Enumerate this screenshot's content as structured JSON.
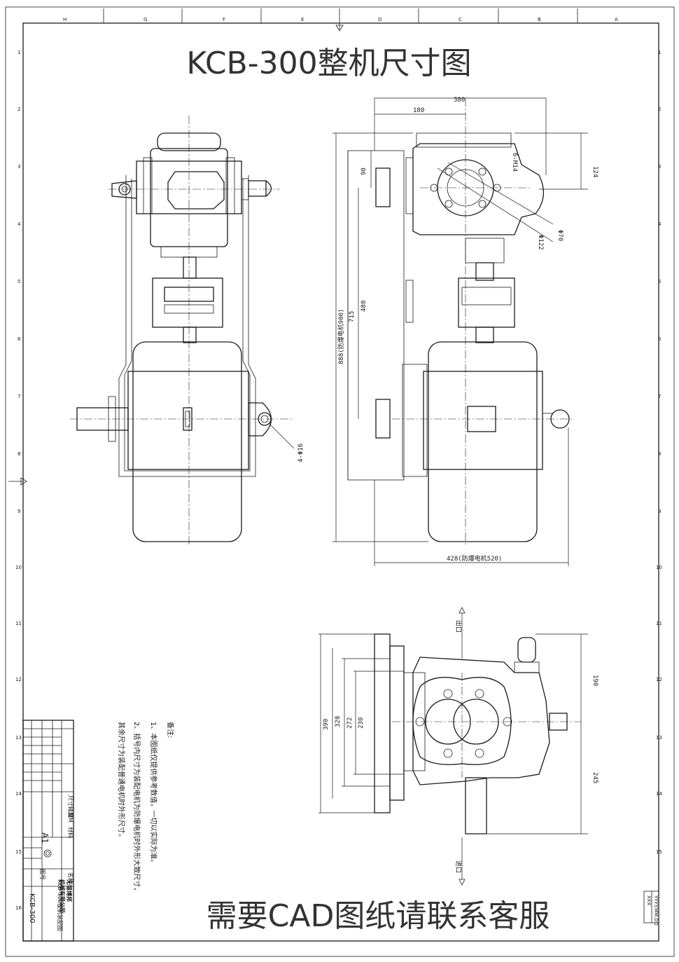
{
  "title": "KCB-300整机尺寸图",
  "footer": "需要CAD图纸请联系客服",
  "frame": {
    "top_letters": [
      "H",
      "G",
      "F",
      "E",
      "D",
      "C",
      "B",
      "A"
    ],
    "side_numbers": [
      "1",
      "2",
      "3",
      "4",
      "5",
      "6",
      "7",
      "8",
      "9",
      "10",
      "11",
      "12",
      "13",
      "14",
      "15",
      "16"
    ]
  },
  "dims": {
    "d380": "380",
    "d180": "180",
    "d124": "124",
    "d90": "90",
    "d480": "480",
    "d715": "715",
    "d888": "888(防爆电机900)",
    "d6m14": "6-M14",
    "d70": "Φ70",
    "d122": "Φ122",
    "d4phi16": "4-Φ16",
    "d428": "428(防爆电机520)",
    "d190": "190",
    "d245": "245",
    "d390": "390",
    "d328": "328",
    "d272": "272",
    "d230": "230"
  },
  "labels": {
    "outlet": "出口",
    "inlet": "进口"
  },
  "notes": {
    "heading": "备注:",
    "line1": "1、本图纸仅提供参考数值，一切以实际为准。",
    "line2": "2、括号内尺寸为装配电机为防爆电机时外形大致尺寸，",
    "line3": "其余尺寸为装配普通电机时外形尺寸。"
  },
  "titleblock": {
    "company_1": "无锡博邦",
    "company_2": "机械有限公司",
    "name_label": "名称",
    "drawing_name": "KCB-300整机装配图",
    "code_label": "图号",
    "code": "KCB-300",
    "size": "A1",
    "material_label": "材料",
    "weight_label": "尺寸精度",
    "unit": "MM"
  },
  "corner_box": {
    "line1": "XXX",
    "line2": "YYYY.MM.DD"
  }
}
